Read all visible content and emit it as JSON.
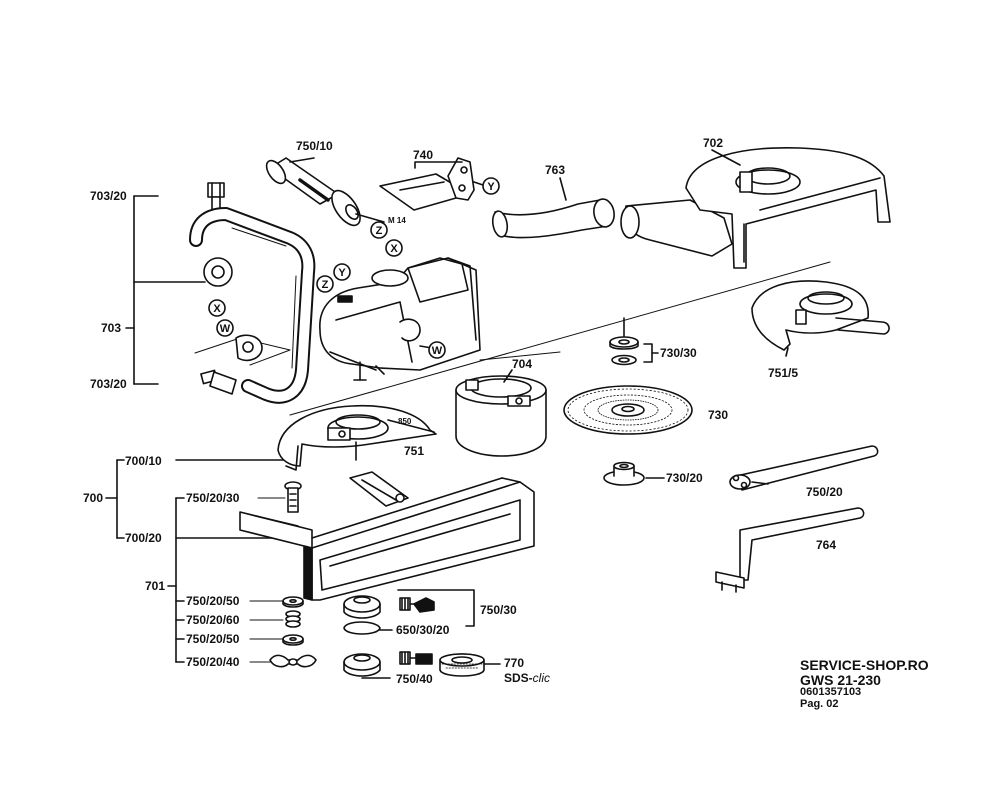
{
  "callouts": {
    "c750_10": "750/10",
    "c740": "740",
    "c763": "763",
    "c702": "702",
    "c703_20_top": "703/20",
    "c703": "703",
    "c703_20_bot": "703/20",
    "c730_30": "730/30",
    "c751_5": "751/5",
    "c704": "704",
    "c730": "730",
    "c751": "751",
    "c700_10": "700/10",
    "c730_20": "730/20",
    "c700": "700",
    "c750_20_30": "750/20/30",
    "c750_20_right": "750/20",
    "c700_20": "700/20",
    "c764": "764",
    "c701": "701",
    "c750_20_50_a": "750/20/50",
    "c750_30": "750/30",
    "c750_20_60": "750/20/60",
    "c650_30_20": "650/30/20",
    "c750_20_50_b": "750/20/50",
    "c750_20_40": "750/20/40",
    "c770": "770",
    "c750_40": "750/40",
    "sds_prefix": "SDS-",
    "sds_suffix": "clic",
    "m14": "M 14"
  },
  "letters": {
    "z_handle": "Z",
    "x_top": "X",
    "z_head": "Z",
    "y_head": "Y",
    "y_bracket": "Y",
    "x_bracket": "X",
    "w_bracket": "W",
    "w_head": "W"
  },
  "footer": {
    "shop": "SERVICE-SHOP.RO",
    "model": "GWS 21-230",
    "part_number": "0601357103",
    "page": "Pag. 02"
  }
}
